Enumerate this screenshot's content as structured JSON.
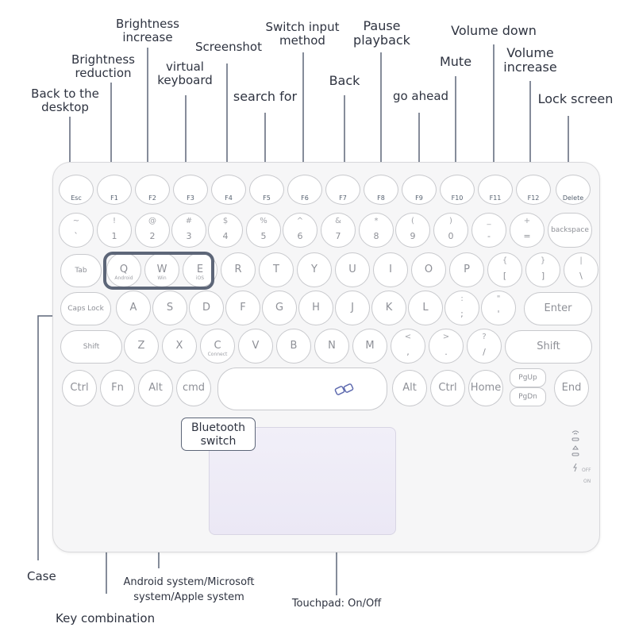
{
  "callouts": {
    "back_to_desktop": "Back to the\ndesktop",
    "brightness_reduction": "Brightness\nreduction",
    "brightness_increase": "Brightness\nincrease",
    "virtual_keyboard": "virtual\nkeyboard",
    "screenshot": "Screenshot",
    "search_for": "search for",
    "switch_input_method": "Switch input\nmethod",
    "back": "Back",
    "pause_playback": "Pause\nplayback",
    "go_ahead": "go ahead",
    "mute": "Mute",
    "volume_down": "Volume down",
    "volume_increase": "Volume\nincrease",
    "lock_screen": "Lock screen",
    "case": "Case",
    "key_combination": "Key combination",
    "os_systems": "Android system/Microsoft\nsystem/Apple system",
    "bluetooth_switch": "Bluetooth\nswitch",
    "touchpad_onoff": "Touchpad: On/Off"
  },
  "keys": {
    "row0": [
      {
        "top": "",
        "main": "Esc",
        "sub": ""
      },
      {
        "top": "",
        "main": "F1",
        "sub": ""
      },
      {
        "top": "",
        "main": "F2",
        "sub": ""
      },
      {
        "top": "",
        "main": "F3",
        "sub": ""
      },
      {
        "top": "",
        "main": "F4",
        "sub": ""
      },
      {
        "top": "",
        "main": "F5",
        "sub": ""
      },
      {
        "top": "",
        "main": "F6",
        "sub": ""
      },
      {
        "top": "",
        "main": "F7",
        "sub": ""
      },
      {
        "top": "",
        "main": "F8",
        "sub": ""
      },
      {
        "top": "",
        "main": "F9",
        "sub": ""
      },
      {
        "top": "",
        "main": "F10",
        "sub": ""
      },
      {
        "top": "",
        "main": "F11",
        "sub": ""
      },
      {
        "top": "",
        "main": "F12",
        "sub": ""
      },
      {
        "top": "",
        "main": "Delete",
        "sub": ""
      }
    ],
    "row1": [
      {
        "top": "~",
        "main": "`",
        "sub": ""
      },
      {
        "top": "!",
        "main": "1",
        "sub": ""
      },
      {
        "top": "@",
        "main": "2",
        "sub": ""
      },
      {
        "top": "#",
        "main": "3",
        "sub": ""
      },
      {
        "top": "$",
        "main": "4",
        "sub": ""
      },
      {
        "top": "%",
        "main": "5",
        "sub": ""
      },
      {
        "top": "^",
        "main": "6",
        "sub": ""
      },
      {
        "top": "&",
        "main": "7",
        "sub": ""
      },
      {
        "top": "*",
        "main": "8",
        "sub": ""
      },
      {
        "top": "(",
        "main": "9",
        "sub": ""
      },
      {
        "top": ")",
        "main": "0",
        "sub": ""
      },
      {
        "top": "_",
        "main": "-",
        "sub": ""
      },
      {
        "top": "+",
        "main": "=",
        "sub": ""
      },
      {
        "top": "",
        "main": "backspace",
        "sub": ""
      }
    ],
    "row2": [
      {
        "top": "",
        "main": "Tab",
        "sub": ""
      },
      {
        "top": "",
        "main": "Q",
        "sub": "Android"
      },
      {
        "top": "",
        "main": "W",
        "sub": "Win"
      },
      {
        "top": "",
        "main": "E",
        "sub": "iOS"
      },
      {
        "top": "",
        "main": "R",
        "sub": ""
      },
      {
        "top": "",
        "main": "T",
        "sub": ""
      },
      {
        "top": "",
        "main": "Y",
        "sub": ""
      },
      {
        "top": "",
        "main": "U",
        "sub": ""
      },
      {
        "top": "",
        "main": "I",
        "sub": ""
      },
      {
        "top": "",
        "main": "O",
        "sub": ""
      },
      {
        "top": "",
        "main": "P",
        "sub": ""
      },
      {
        "top": "{",
        "main": "[",
        "sub": ""
      },
      {
        "top": "}",
        "main": "]",
        "sub": ""
      },
      {
        "top": "|",
        "main": "\\",
        "sub": ""
      }
    ],
    "row3": [
      {
        "top": "",
        "main": "Caps Lock",
        "sub": ""
      },
      {
        "top": "",
        "main": "A",
        "sub": ""
      },
      {
        "top": "",
        "main": "S",
        "sub": ""
      },
      {
        "top": "",
        "main": "D",
        "sub": ""
      },
      {
        "top": "",
        "main": "F",
        "sub": ""
      },
      {
        "top": "",
        "main": "G",
        "sub": ""
      },
      {
        "top": "",
        "main": "H",
        "sub": ""
      },
      {
        "top": "",
        "main": "J",
        "sub": ""
      },
      {
        "top": "",
        "main": "K",
        "sub": ""
      },
      {
        "top": "",
        "main": "L",
        "sub": ""
      },
      {
        "top": ":",
        "main": ";",
        "sub": ""
      },
      {
        "top": "\"",
        "main": "'",
        "sub": ""
      },
      {
        "top": "",
        "main": "Enter",
        "sub": ""
      }
    ],
    "row4": [
      {
        "top": "",
        "main": "Shift",
        "sub": ""
      },
      {
        "top": "",
        "main": "Z",
        "sub": ""
      },
      {
        "top": "",
        "main": "X",
        "sub": ""
      },
      {
        "top": "",
        "main": "C",
        "sub": "Connect"
      },
      {
        "top": "",
        "main": "V",
        "sub": ""
      },
      {
        "top": "",
        "main": "B",
        "sub": ""
      },
      {
        "top": "",
        "main": "N",
        "sub": ""
      },
      {
        "top": "",
        "main": "M",
        "sub": ""
      },
      {
        "top": "<",
        "main": ",",
        "sub": ""
      },
      {
        "top": ">",
        "main": ".",
        "sub": ""
      },
      {
        "top": "?",
        "main": "/",
        "sub": ""
      },
      {
        "top": "",
        "main": "Shift",
        "sub": ""
      }
    ],
    "row5": [
      {
        "top": "",
        "main": "Ctrl",
        "sub": ""
      },
      {
        "top": "",
        "main": "Fn",
        "sub": ""
      },
      {
        "top": "",
        "main": "Alt",
        "sub": ""
      },
      {
        "top": "",
        "main": "cmd",
        "sub": ""
      },
      {
        "top": "",
        "main": "Alt",
        "sub": ""
      },
      {
        "top": "",
        "main": "Ctrl",
        "sub": ""
      },
      {
        "top": "",
        "main": "Home",
        "sub": ""
      },
      {
        "top": "",
        "main": "PgUp",
        "sub": ""
      },
      {
        "top": "",
        "main": "PgDn",
        "sub": ""
      },
      {
        "top": "",
        "main": "End",
        "sub": ""
      }
    ]
  },
  "leds": {
    "off": "OFF",
    "on": "ON"
  },
  "colors": {
    "line": "#5d6678",
    "text": "#2e3340",
    "key_border": "#c8c9cd",
    "touchpad": "#ece9f6"
  }
}
